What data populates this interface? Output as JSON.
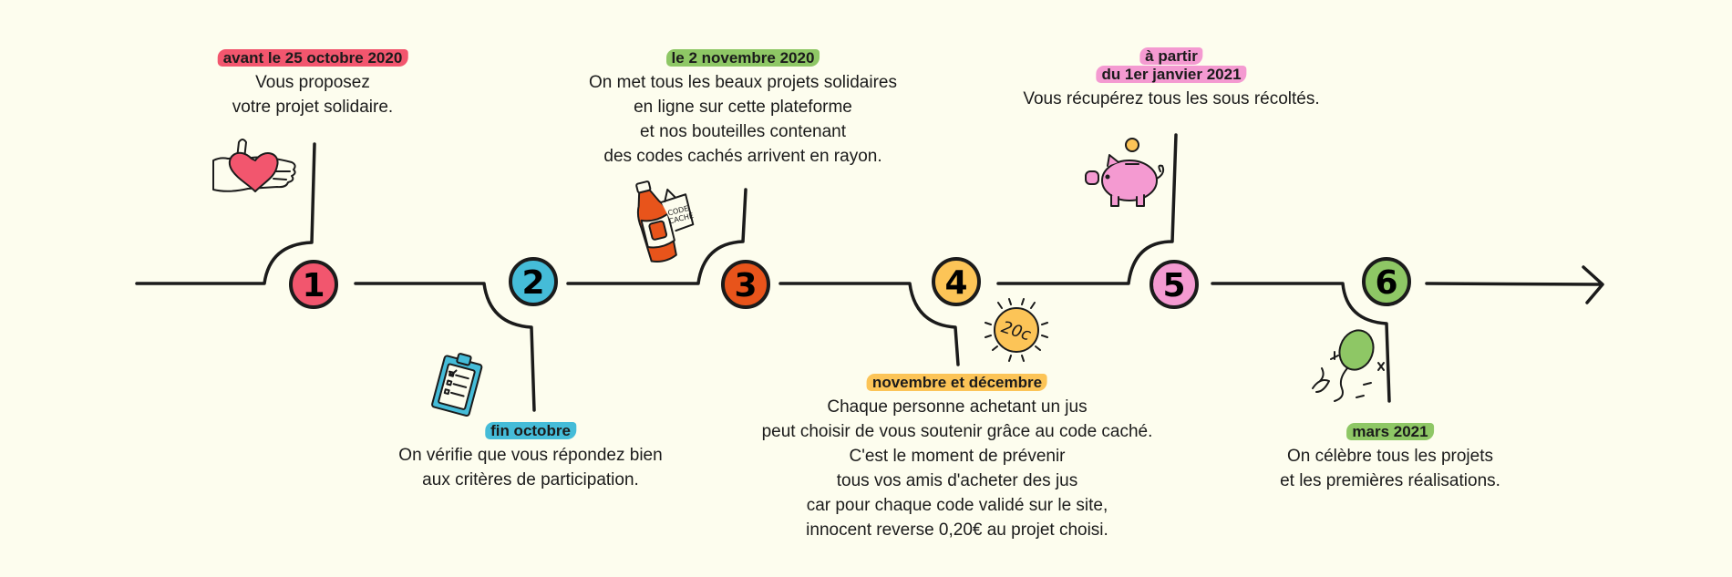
{
  "colors": {
    "background": "#fdfdee",
    "line": "#1b1b1b",
    "step1": "#f2566e",
    "step2": "#45bcd8",
    "step3": "#e8541b",
    "step4": "#fcc457",
    "step5": "#f49ad1",
    "step6": "#8ec765"
  },
  "steps": [
    {
      "number": "1",
      "date_lines": [
        "avant le 25 octobre 2020"
      ],
      "desc_lines": [
        "Vous proposez",
        "votre projet solidaire."
      ],
      "icon": "heart-hand-icon"
    },
    {
      "number": "2",
      "date_lines": [
        "fin octobre"
      ],
      "desc_lines": [
        "On vérifie que vous répondez bien",
        "aux critères de participation."
      ],
      "icon": "clipboard-checklist-icon"
    },
    {
      "number": "3",
      "date_lines": [
        "le 2 novembre 2020"
      ],
      "desc_lines": [
        "On met tous les beaux projets solidaires",
        "en ligne sur cette plateforme",
        "et nos bouteilles contenant",
        "des codes cachés arrivent en rayon."
      ],
      "icon": "juice-bottle-icon",
      "bottle_tag": "CODE CACHÉ"
    },
    {
      "number": "4",
      "date_lines": [
        "novembre et décembre"
      ],
      "desc_lines": [
        "Chaque personne achetant un jus",
        "peut choisir de vous soutenir grâce au code caché.",
        "C'est le moment de prévenir",
        "tous vos amis d'acheter des jus",
        "car pour chaque code validé sur le site,",
        "innocent reverse 0,20€ au projet choisi."
      ],
      "icon": "coin-icon",
      "coin_label": "20c"
    },
    {
      "number": "5",
      "date_lines": [
        "à partir",
        "du 1er janvier 2021"
      ],
      "desc_lines": [
        "Vous récupérez tous les sous récoltés."
      ],
      "icon": "piggy-bank-icon"
    },
    {
      "number": "6",
      "date_lines": [
        "mars 2021"
      ],
      "desc_lines": [
        "On célèbre tous les projets",
        "et les premières réalisations."
      ],
      "icon": "balloon-icon"
    }
  ]
}
